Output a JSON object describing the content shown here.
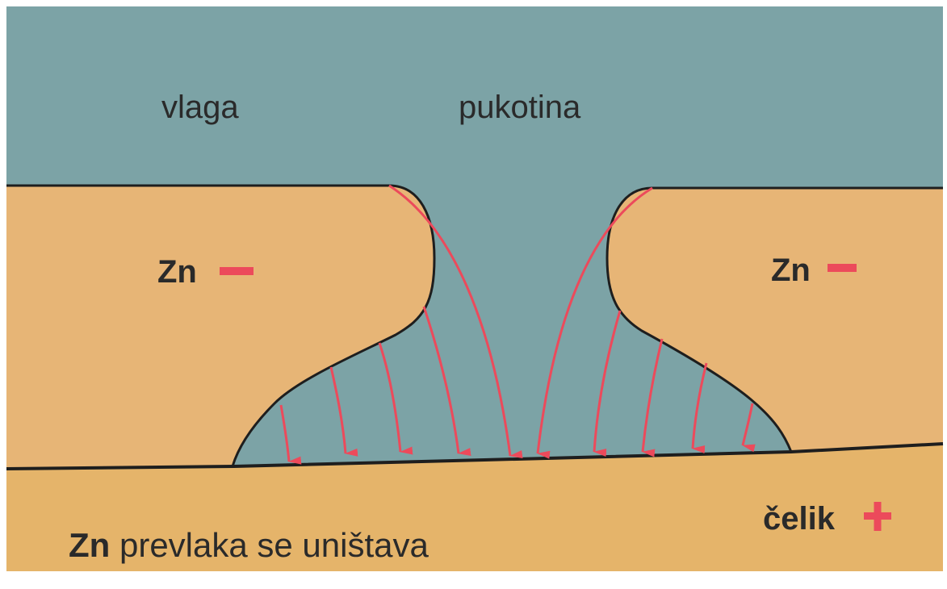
{
  "labels": {
    "moisture": "vlaga",
    "crack": "pukotina",
    "zinc_left": "Zn",
    "zinc_right": "Zn",
    "steel": "čelik",
    "caption_bold": "Zn",
    "caption_rest": " prevlaka se uništava"
  },
  "signs": {
    "zinc_left": "−",
    "zinc_right": "−",
    "steel": "+"
  },
  "colors": {
    "moisture": "#7ca3a6",
    "zinc": "#e7b576",
    "steel": "#e5b46a",
    "outline": "#1e1e1e",
    "arrow": "#ec4a5b",
    "text": "#2a2a2a",
    "margin": "#ffffff"
  },
  "icons": {
    "current_arrows": "arrow-down-icon"
  }
}
